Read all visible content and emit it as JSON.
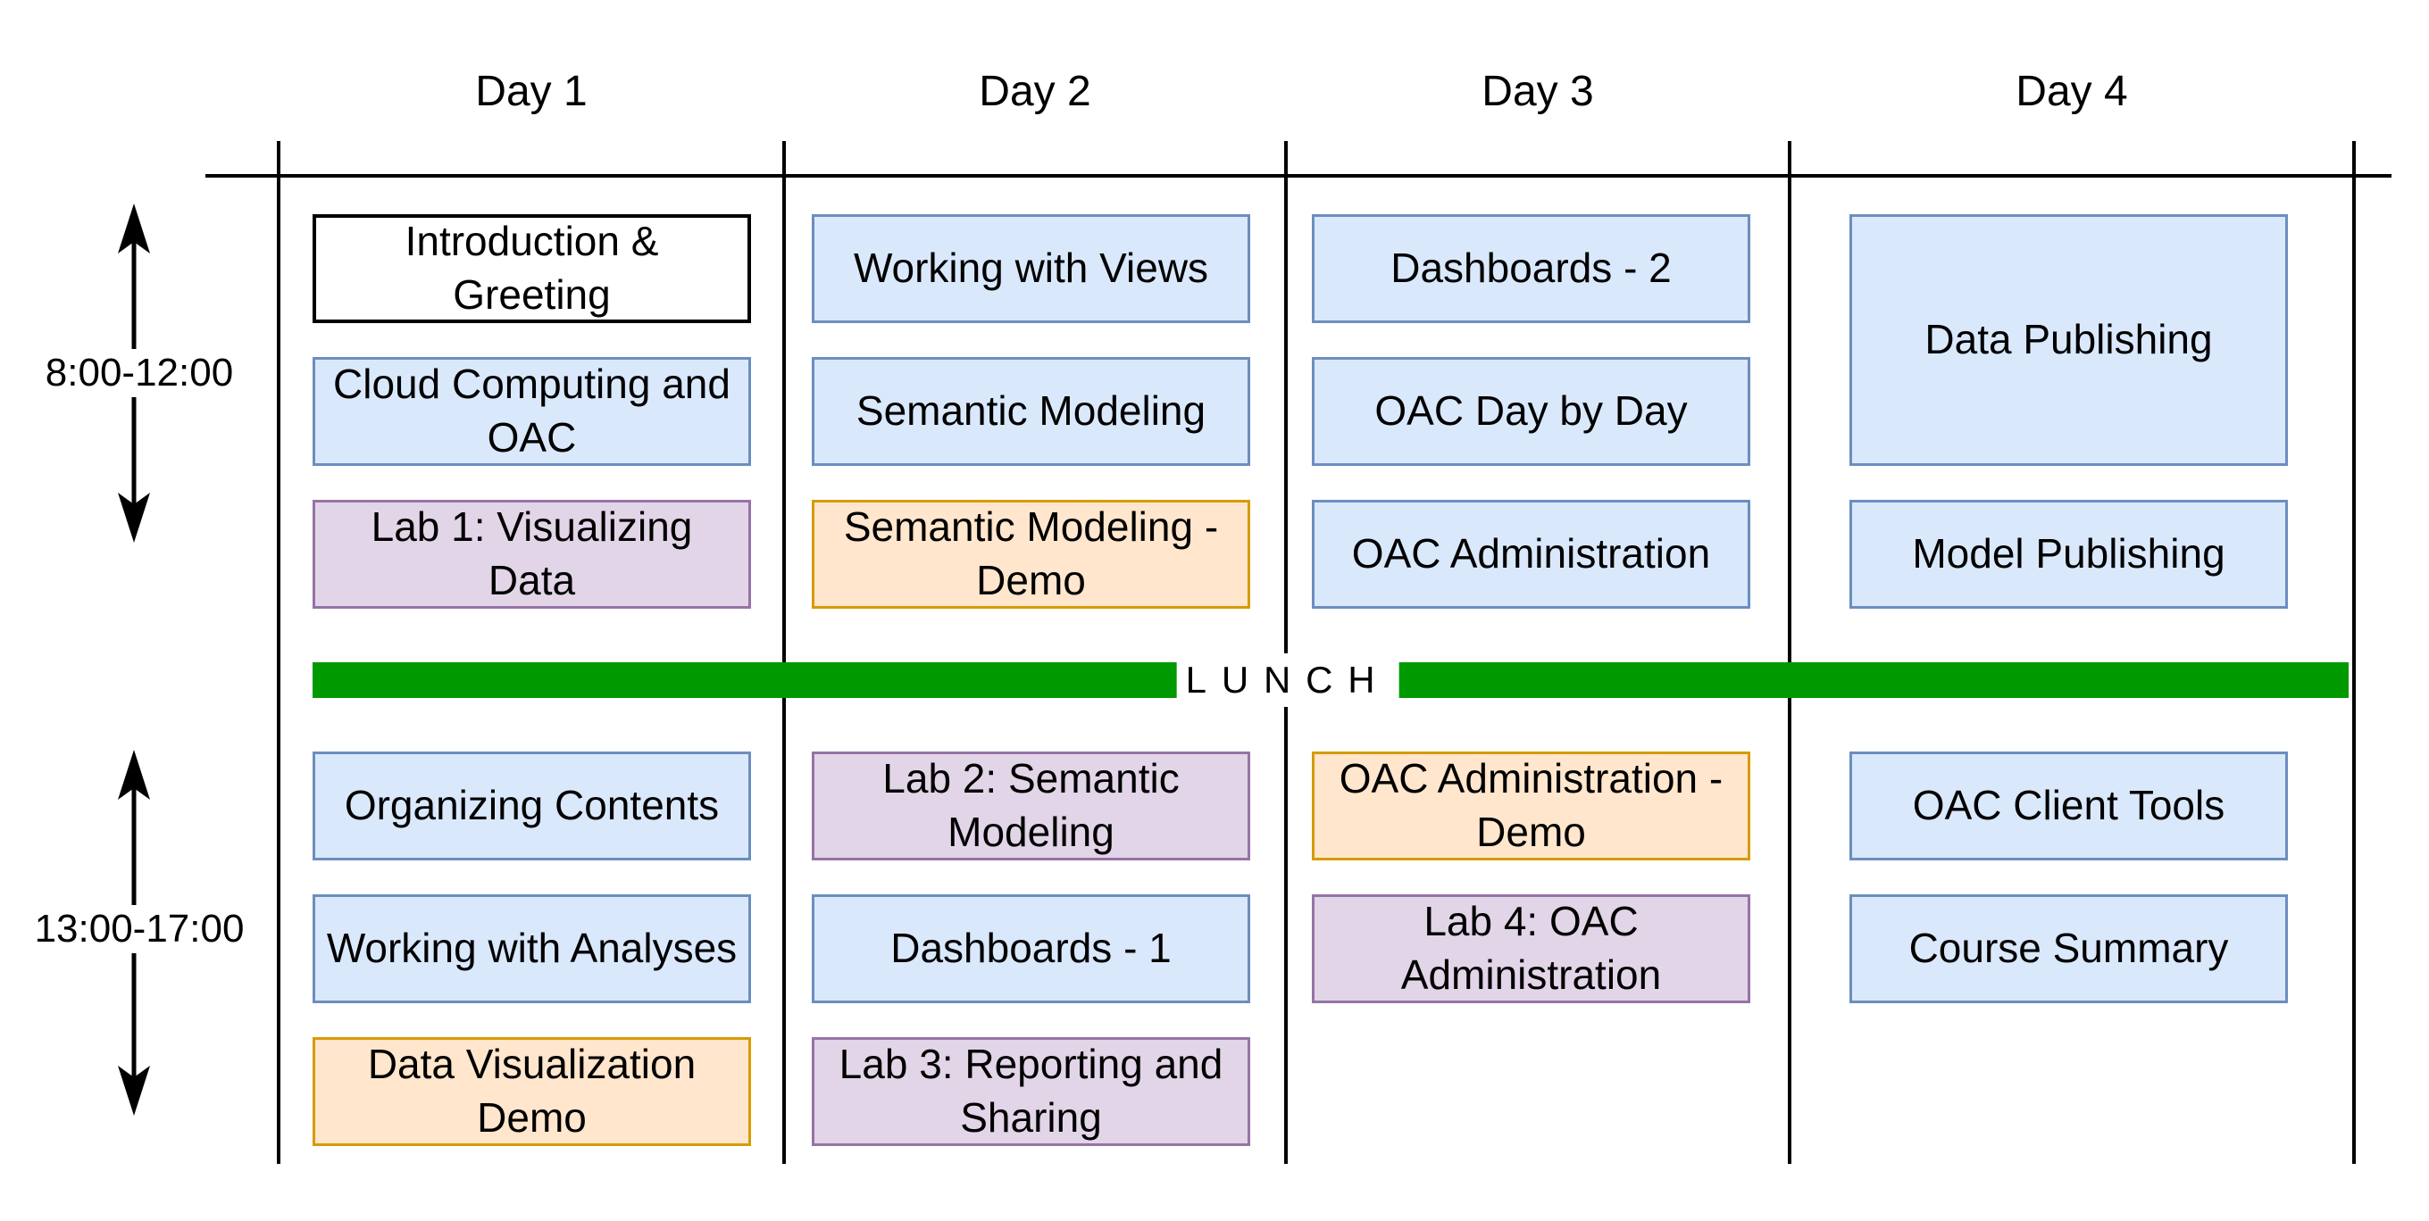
{
  "days": [
    {
      "label": "Day 1"
    },
    {
      "label": "Day 2"
    },
    {
      "label": "Day 3"
    },
    {
      "label": "Day 4"
    }
  ],
  "time_blocks": [
    {
      "label": "8:00-12:00"
    },
    {
      "label": "13:00-17:00"
    }
  ],
  "lunch": {
    "label": "LUNCH"
  },
  "palette": {
    "lecture": {
      "fill": "#dae8fc",
      "border": "#6c8ebf"
    },
    "lab": {
      "fill": "#e1d5e7",
      "border": "#9673a6"
    },
    "demo": {
      "fill": "#ffe6cc",
      "border": "#d79b00"
    },
    "intro": {
      "fill": "#ffffff",
      "border": "#000000"
    },
    "lunch_bar": "#009900",
    "grid": "#000000",
    "text": "#000000"
  },
  "sessions": [
    {
      "day": 0,
      "slot": "m1",
      "type": "intro",
      "title": "Introduction & Greeting"
    },
    {
      "day": 0,
      "slot": "m2",
      "type": "lecture",
      "title": "Cloud Computing and OAC"
    },
    {
      "day": 0,
      "slot": "m3",
      "type": "lab",
      "title": "Lab 1: Visualizing Data"
    },
    {
      "day": 0,
      "slot": "p1",
      "type": "lecture",
      "title": "Organizing Contents"
    },
    {
      "day": 0,
      "slot": "p2",
      "type": "lecture",
      "title": "Working with Analyses"
    },
    {
      "day": 0,
      "slot": "p3",
      "type": "demo",
      "title": "Data Visualization Demo"
    },
    {
      "day": 1,
      "slot": "m1",
      "type": "lecture",
      "title": "Working with Views"
    },
    {
      "day": 1,
      "slot": "m2",
      "type": "lecture",
      "title": "Semantic Modeling"
    },
    {
      "day": 1,
      "slot": "m3",
      "type": "demo",
      "title": "Semantic Modeling - Demo"
    },
    {
      "day": 1,
      "slot": "p1",
      "type": "lab",
      "title": "Lab 2: Semantic Modeling"
    },
    {
      "day": 1,
      "slot": "p2",
      "type": "lecture",
      "title": "Dashboards - 1"
    },
    {
      "day": 1,
      "slot": "p3",
      "type": "lab",
      "title": "Lab 3: Reporting and Sharing"
    },
    {
      "day": 2,
      "slot": "m1",
      "type": "lecture",
      "title": "Dashboards - 2"
    },
    {
      "day": 2,
      "slot": "m2",
      "type": "lecture",
      "title": "OAC Day by Day"
    },
    {
      "day": 2,
      "slot": "m3",
      "type": "lecture",
      "title": "OAC Administration"
    },
    {
      "day": 2,
      "slot": "p1",
      "type": "demo",
      "title": "OAC Administration - Demo"
    },
    {
      "day": 2,
      "slot": "p2",
      "type": "lab",
      "title": "Lab 4: OAC Administration"
    },
    {
      "day": 3,
      "slot": "m1",
      "type": "lecture",
      "title": "Data Publishing",
      "rowspan": 2
    },
    {
      "day": 3,
      "slot": "m3",
      "type": "lecture",
      "title": "Model Publishing"
    },
    {
      "day": 3,
      "slot": "p1",
      "type": "lecture",
      "title": "OAC Client Tools"
    },
    {
      "day": 3,
      "slot": "p2",
      "type": "lecture",
      "title": "Course Summary"
    }
  ]
}
